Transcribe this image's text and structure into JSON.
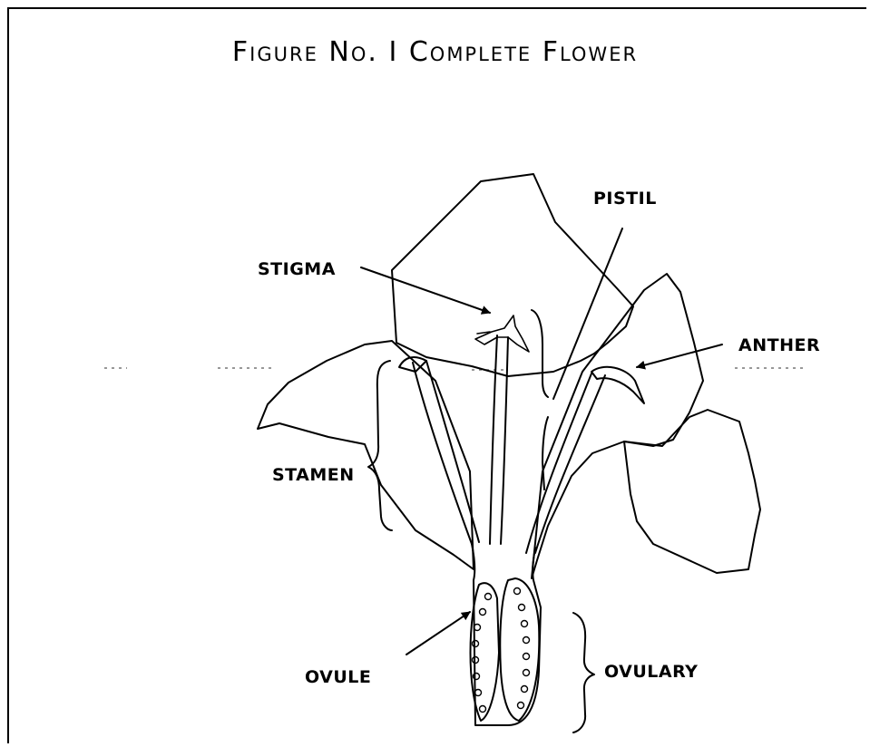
{
  "title": "Figure No. I Complete Flower",
  "labels": {
    "pistil": "PISTIL",
    "stigma": "STIGMA",
    "anther": "ANTHER",
    "stamen": "STAMEN",
    "ovule": "OVULE",
    "ovulary": "OVULARY"
  }
}
